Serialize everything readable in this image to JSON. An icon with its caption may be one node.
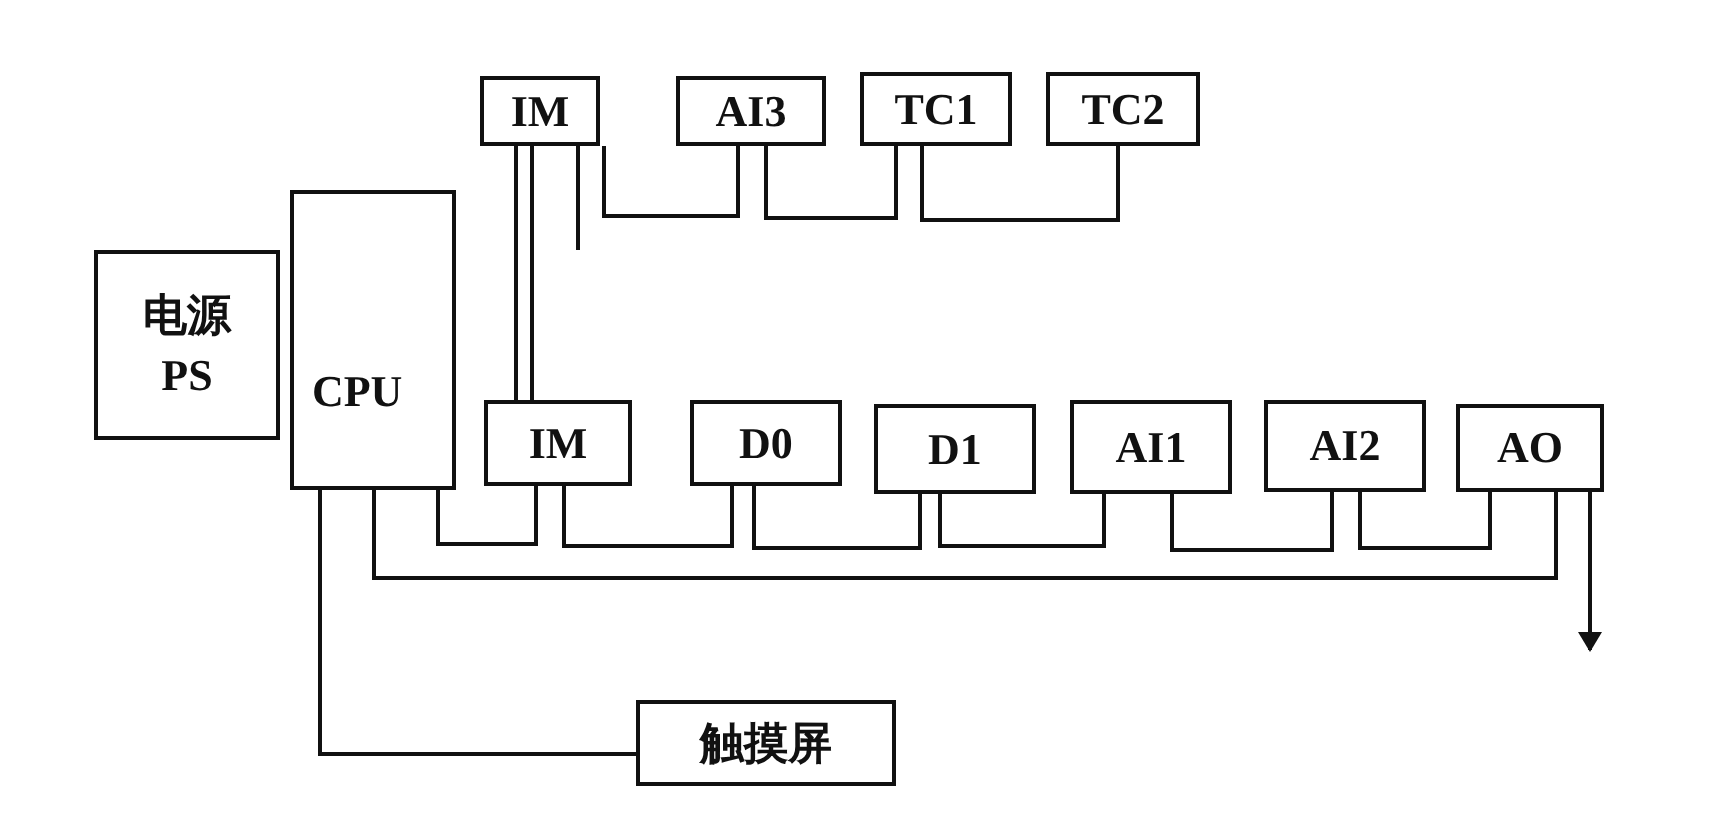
{
  "diagram": {
    "nodes": [
      {
        "text": [
          "电源 PS"
        ]
      },
      {
        "text": [
          "CPU"
        ]
      },
      {
        "text": [
          "IM"
        ]
      },
      {
        "text": [
          "AI3"
        ]
      },
      {
        "text": [
          "TC1"
        ]
      },
      {
        "text": [
          "TC2"
        ]
      },
      {
        "text": [
          "IM"
        ]
      },
      {
        "text": [
          "D0"
        ]
      },
      {
        "text": [
          "D1"
        ]
      },
      {
        "text": [
          "AI1"
        ]
      },
      {
        "text": [
          "AI2"
        ]
      },
      {
        "text": [
          "AO"
        ]
      },
      {
        "text": [
          "触摸屏"
        ]
      }
    ],
    "edges": [
      {
        "from": 2,
        "to": 6,
        "arrow": "none"
      },
      {
        "from": 2,
        "to": 6,
        "arrow": "none"
      },
      {
        "from": 2,
        "to": null,
        "arrow": "none"
      },
      {
        "from": 2,
        "to": 3,
        "arrow": "none"
      },
      {
        "from": 3,
        "to": 4,
        "arrow": "none"
      },
      {
        "from": 4,
        "to": 5,
        "arrow": "none"
      },
      {
        "from": 1,
        "to": 6,
        "arrow": "none"
      },
      {
        "from": 6,
        "to": 7,
        "arrow": "none"
      },
      {
        "from": 7,
        "to": 8,
        "arrow": "none"
      },
      {
        "from": 8,
        "to": 9,
        "arrow": "none"
      },
      {
        "from": 9,
        "to": 10,
        "arrow": "none"
      },
      {
        "from": 10,
        "to": 11,
        "arrow": "none"
      },
      {
        "from": 1,
        "to": 11,
        "arrow": "none"
      },
      {
        "from": 11,
        "to": null,
        "arrow": "to"
      },
      {
        "from": 1,
        "to": 12,
        "arrow": "none"
      }
    ]
  }
}
